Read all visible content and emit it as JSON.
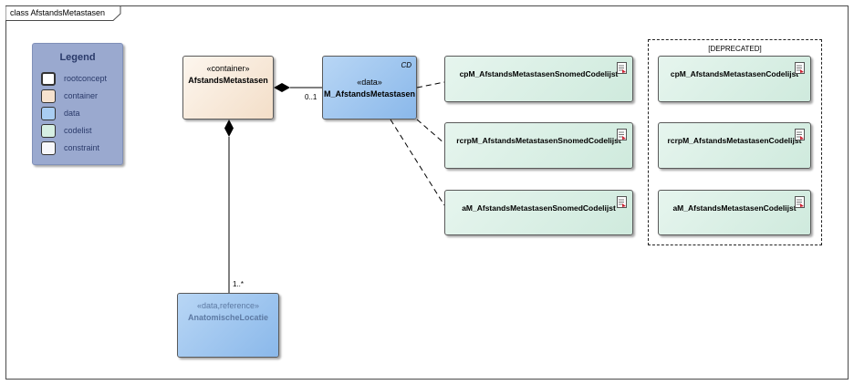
{
  "frame": {
    "title": "class AfstandsMetastasen"
  },
  "legend": {
    "title": "Legend",
    "items": [
      {
        "label": "rootconcept",
        "color": "#ffffff"
      },
      {
        "label": "container",
        "color": "#f6e2cf"
      },
      {
        "label": "data",
        "color": "#a9cdf2"
      },
      {
        "label": "codelist",
        "color": "#d6efe3"
      },
      {
        "label": "constraint",
        "color": "#f7f7fb"
      }
    ]
  },
  "classes": {
    "container": {
      "stereotype": "«container»",
      "name": "AfstandsMetastasen"
    },
    "data": {
      "stereotype": "«data»",
      "name": "M_AfstandsMetastasen",
      "tag": "CD"
    },
    "reference": {
      "stereotype": "«data,reference»",
      "name": "AnatomischeLocatie"
    }
  },
  "codelists": [
    {
      "name": "cpM_AfstandsMetastasenSnomedCodelijst"
    },
    {
      "name": "rcrpM_AfstandsMetastasenSnomedCodelijst"
    },
    {
      "name": "aM_AfstandsMetastasenSnomedCodelijst"
    }
  ],
  "deprecated": {
    "label": "[DEPRECATED]",
    "codelists": [
      {
        "name": "cpM_AfstandsMetastasenCodelijst"
      },
      {
        "name": "rcrpM_AfstandsMetastasenCodelijst"
      },
      {
        "name": "aM_AfstandsMetastasenCodelijst"
      }
    ]
  },
  "multiplicities": {
    "data_end": "0..1",
    "reference_end": "1..*"
  }
}
